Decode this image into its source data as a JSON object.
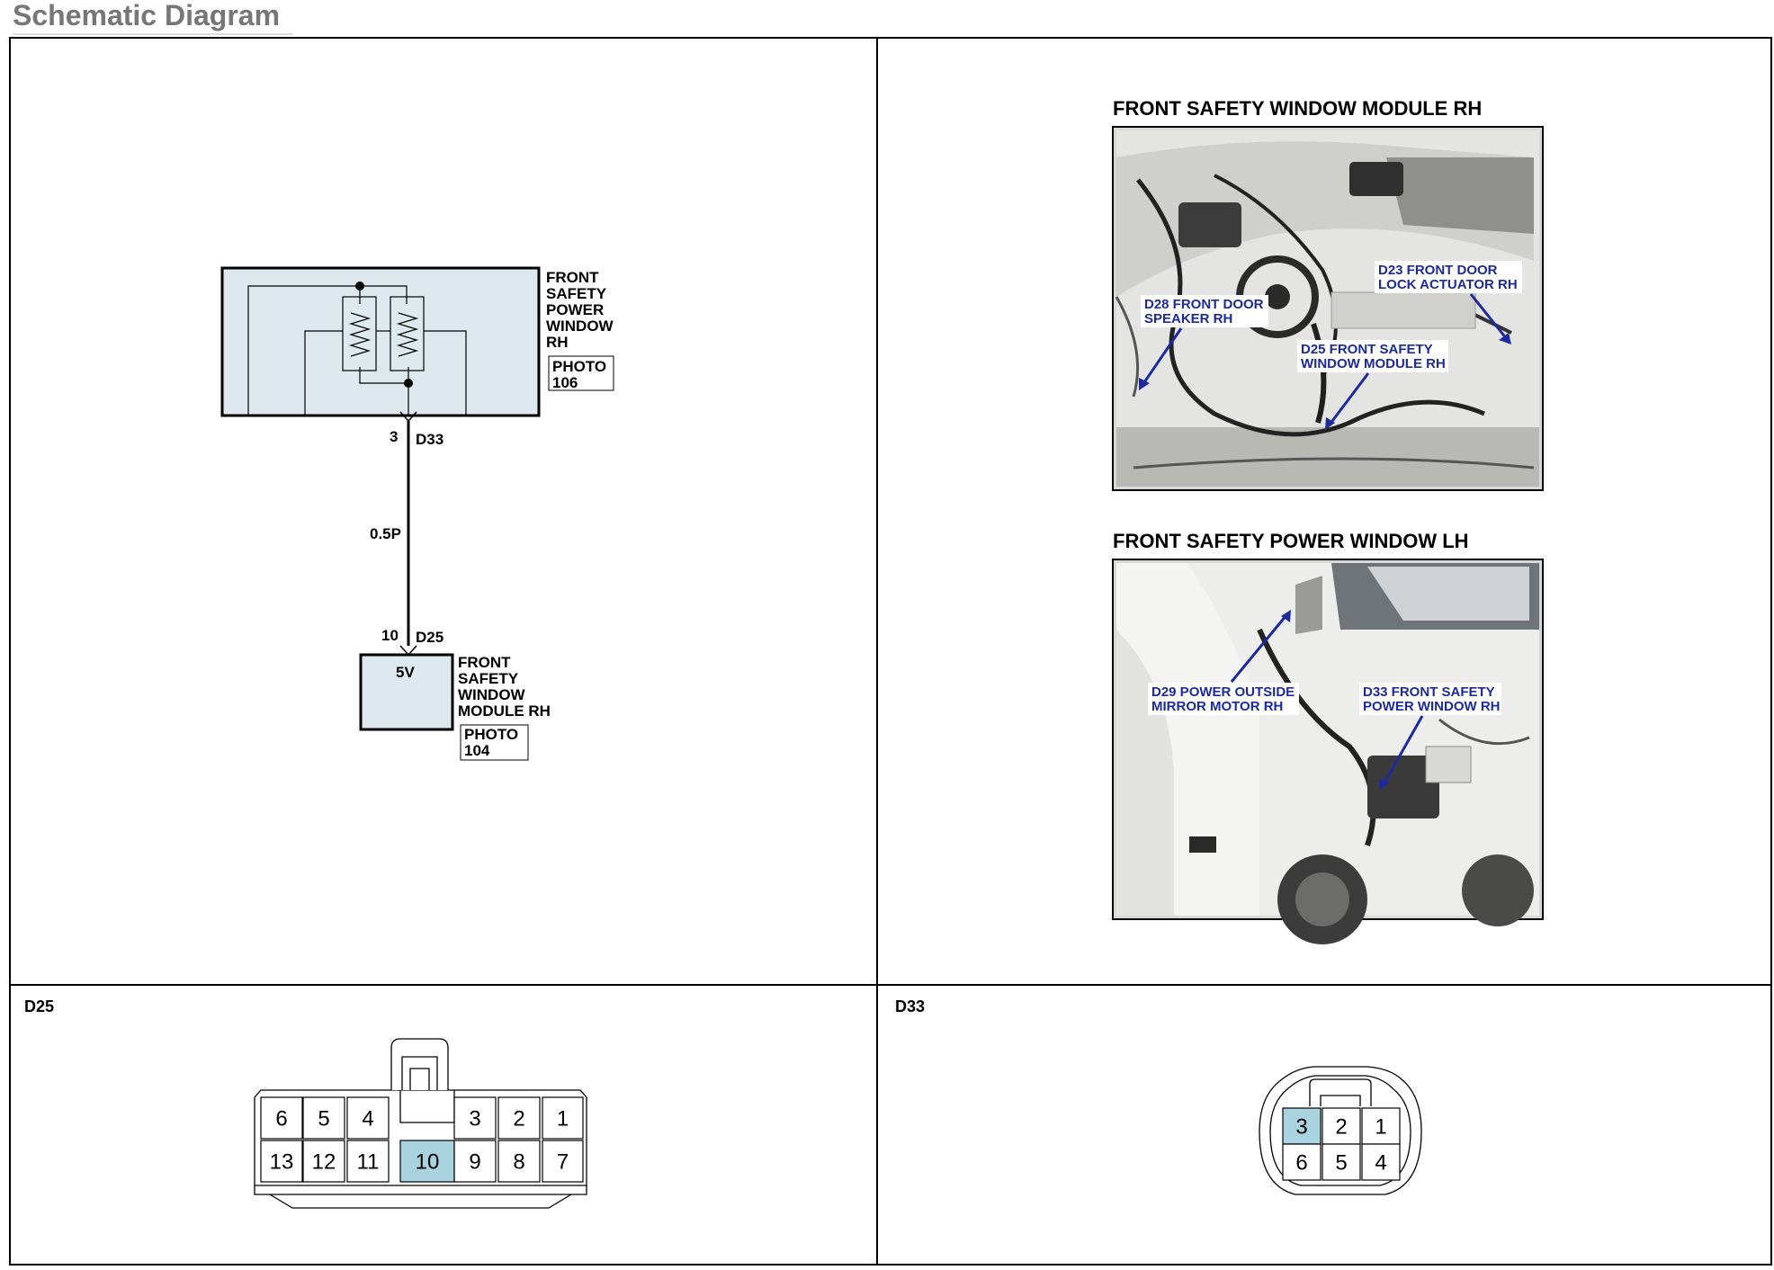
{
  "header": {
    "title": "Schematic Diagram"
  },
  "schematic": {
    "upper_component": {
      "label_lines": [
        "FRONT",
        "SAFETY",
        "POWER",
        "WINDOW",
        "RH"
      ],
      "photo_lines": [
        "PHOTO",
        "106"
      ]
    },
    "upper_connector": {
      "pin": "3",
      "name": "D33"
    },
    "wire": {
      "label": "0.5P"
    },
    "lower_connector": {
      "pin": "10",
      "name": "D25"
    },
    "lower_component": {
      "voltage": "5V",
      "label_lines": [
        "FRONT",
        "SAFETY",
        "WINDOW",
        "MODULE RH"
      ],
      "photo_lines": [
        "PHOTO",
        "104"
      ]
    }
  },
  "photos": [
    {
      "title": "FRONT SAFETY WINDOW MODULE RH",
      "annotations": [
        {
          "lines": [
            "D28 FRONT DOOR",
            "SPEAKER RH"
          ]
        },
        {
          "lines": [
            "D23 FRONT DOOR",
            "LOCK ACTUATOR RH"
          ]
        },
        {
          "lines": [
            "D25 FRONT SAFETY",
            "WINDOW MODULE RH"
          ]
        }
      ]
    },
    {
      "title": "FRONT SAFETY POWER WINDOW LH",
      "annotations": [
        {
          "lines": [
            "D29 POWER OUTSIDE",
            "MIRROR MOTOR RH"
          ]
        },
        {
          "lines": [
            "D33 FRONT SAFETY",
            "POWER WINDOW RH"
          ]
        }
      ]
    }
  ],
  "connector_d25": {
    "label": "D25",
    "top_row": [
      "6",
      "5",
      "4",
      "3",
      "2",
      "1"
    ],
    "bottom_row": [
      "13",
      "12",
      "11",
      "10",
      "9",
      "8",
      "7"
    ],
    "highlighted": "10"
  },
  "connector_d33": {
    "label": "D33",
    "top_row": [
      "3",
      "2",
      "1"
    ],
    "bottom_row": [
      "6",
      "5",
      "4"
    ],
    "highlighted": "3"
  },
  "colors": {
    "highlight_pin": "#a9d3df",
    "component_fill": "#dde9ee",
    "annotation_text": "#1b2a9c",
    "header_text": "#777777"
  }
}
